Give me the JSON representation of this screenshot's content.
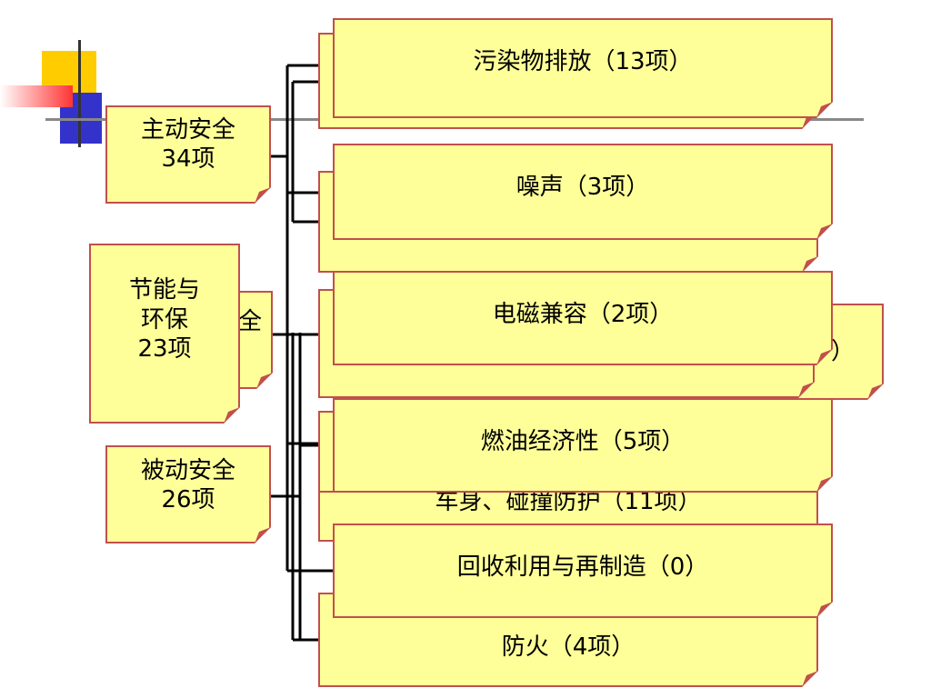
{
  "categories": [
    {
      "id": "active-safety",
      "label": "主动安全\n34项"
    },
    {
      "id": "energy-env",
      "label": "节能与\n环保\n23项"
    },
    {
      "id": "partial-behind",
      "label": "全"
    },
    {
      "id": "passive-safety",
      "label": "被动安全\n26项"
    }
  ],
  "items": [
    {
      "id": "pollutant-emission",
      "label": "污染物排放（13项）"
    },
    {
      "id": "noise",
      "label": "噪声（3项）"
    },
    {
      "id": "emc",
      "label": "电磁兼容（2项）"
    },
    {
      "id": "fuel-economy",
      "label": "燃油经济性（5项）"
    },
    {
      "id": "recycling",
      "label": "回收利用与再制造（0）"
    },
    {
      "id": "fire-prevention",
      "label": "防火（4项）"
    },
    {
      "id": "collision-protection-obscured",
      "label": "车身、碰撞防护（11项）"
    },
    {
      "id": "obscured-right",
      "label": "）"
    }
  ],
  "colors": {
    "note_fill": "#ffff99",
    "note_border": "#c0504d",
    "connector": "#000000",
    "deco_yellow": "#ffcc00",
    "deco_blue": "#3333cc",
    "deco_red": "#ff3333"
  }
}
